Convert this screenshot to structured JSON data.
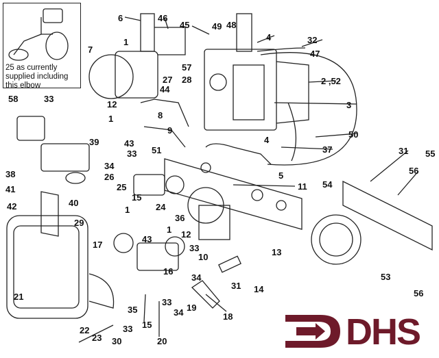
{
  "inset": {
    "note": "25 as currently supplied including this elbow"
  },
  "labels": [
    "6",
    "46",
    "45",
    "49",
    "48",
    "4",
    "32",
    "47",
    "1",
    "7",
    "27",
    "57",
    "28",
    "44",
    "2 ,52",
    "12",
    "1",
    "8",
    "3",
    "9",
    "58",
    "33",
    "39",
    "4",
    "50",
    "37",
    "43",
    "33",
    "51",
    "34",
    "26",
    "25",
    "5",
    "11",
    "31",
    "55",
    "56",
    "54",
    "38",
    "41",
    "40",
    "42",
    "15",
    "24",
    "36",
    "1",
    "29",
    "12",
    "43",
    "1",
    "33",
    "10",
    "13",
    "17",
    "16",
    "34",
    "31",
    "14",
    "53",
    "56",
    "21",
    "35",
    "33",
    "19",
    "34",
    "18",
    "22",
    "23",
    "33",
    "30",
    "15",
    "20"
  ],
  "logo": {
    "text": "DHS",
    "color": "#6e1a2a"
  },
  "colors": {
    "line": "#222222",
    "brand": "#6e1a2a"
  }
}
